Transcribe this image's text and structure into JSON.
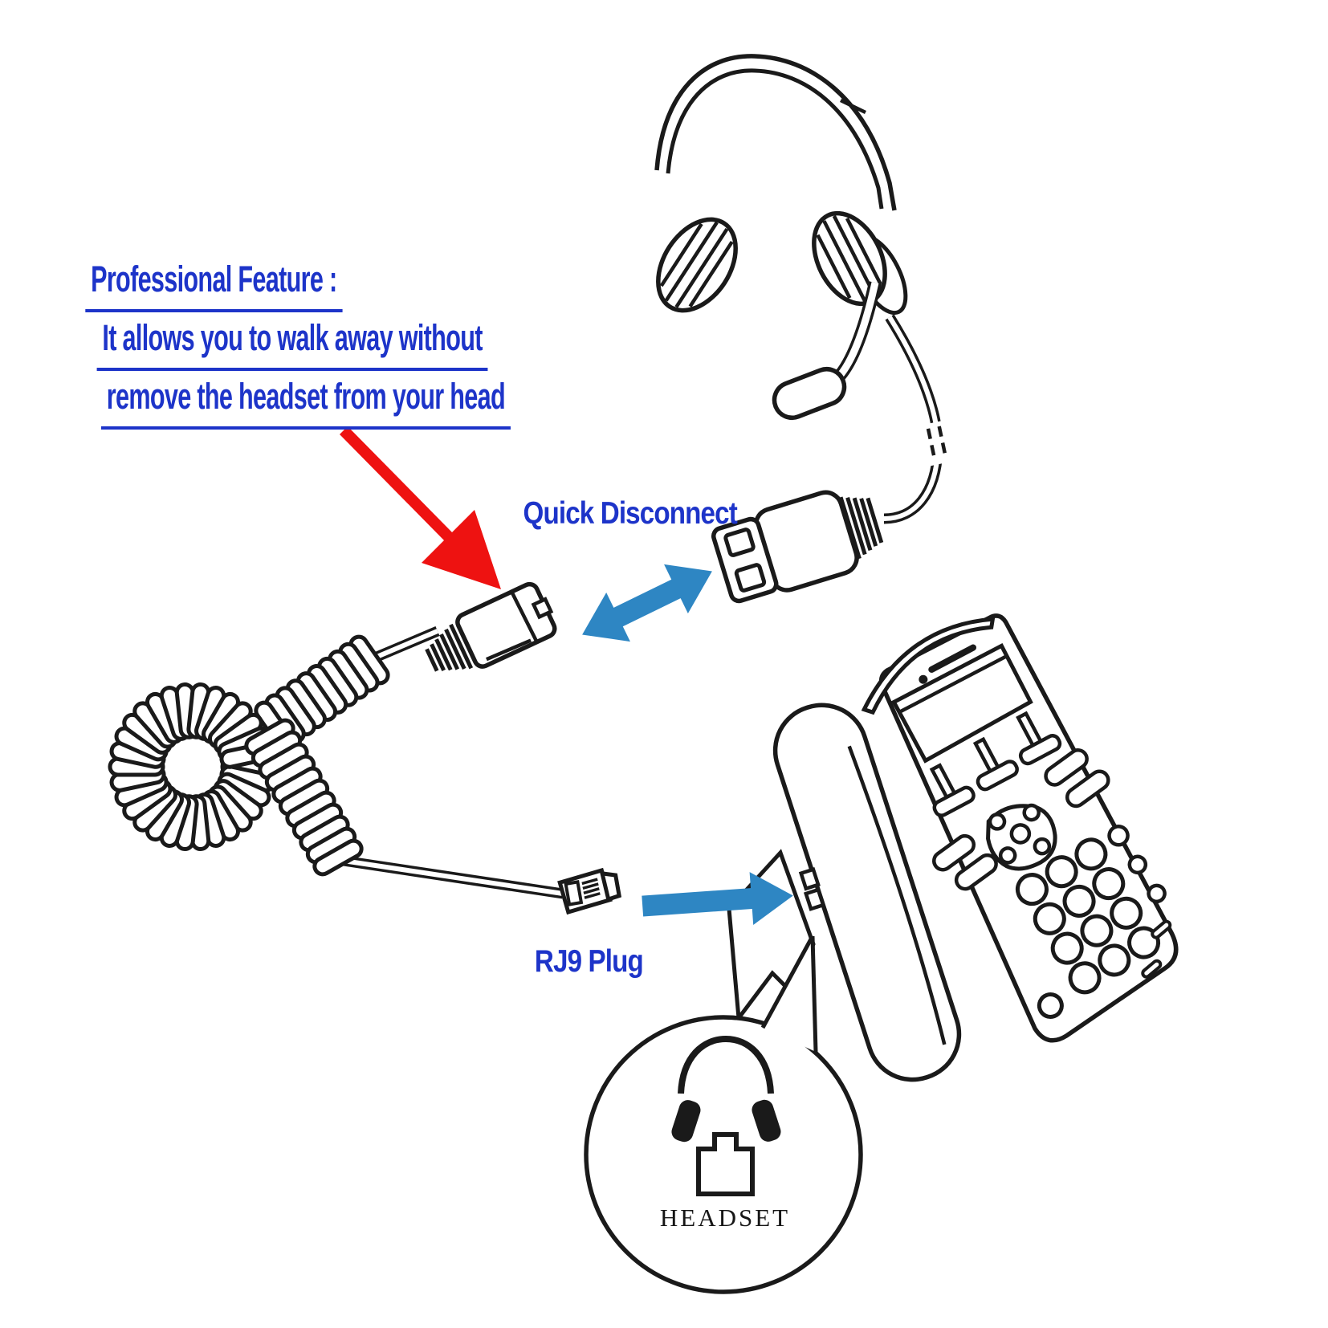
{
  "colors": {
    "background": "#ffffff",
    "text_blue": "#1d34c9",
    "arrow_blue": "#2e86c3",
    "arrow_red": "#ee1211",
    "line_black": "#1a1a1a"
  },
  "feature_note": {
    "lines": [
      "Professional Feature : ",
      "It allows you to walk away without ",
      "remove the headset from your head"
    ]
  },
  "labels": {
    "quick_disconnect": "Quick Disconnect",
    "rj9_plug": "RJ9 Plug",
    "headset_badge": "HEADSET"
  },
  "illustration": {
    "parts": [
      "binaural-headset-with-mic",
      "quick-disconnect-male-connector",
      "quick-disconnect-female-connector",
      "coiled-bottom-cable",
      "rj9-modular-plug",
      "tilted-desk-phone",
      "headset-port-callout-circle"
    ],
    "arrows": [
      "red-pointer-arrow",
      "blue-double-headed-arrow",
      "blue-right-arrow"
    ]
  }
}
